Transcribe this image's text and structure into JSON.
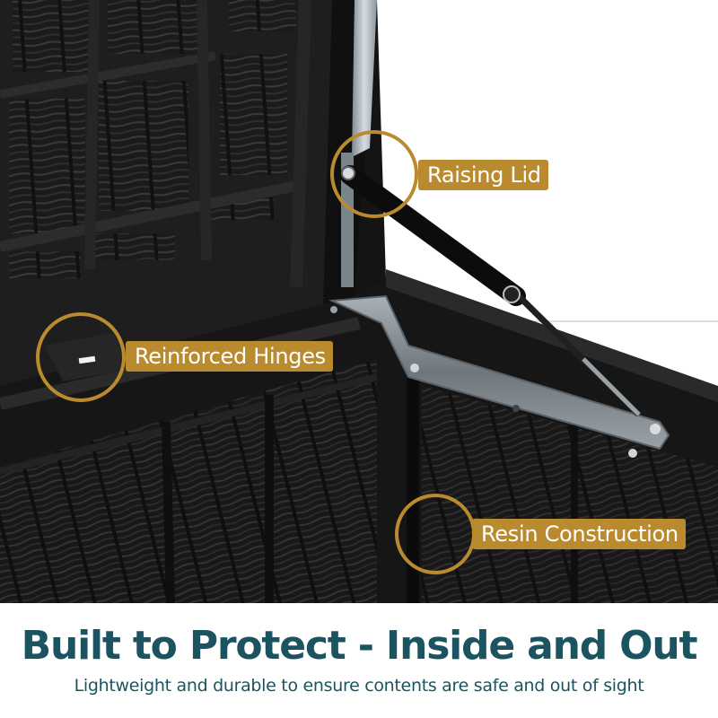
{
  "callouts": [
    {
      "id": "raising-lid",
      "label": "Raising Lid"
    },
    {
      "id": "reinforced-hinges",
      "label": "Reinforced Hinges"
    },
    {
      "id": "resin-construction",
      "label": "Resin Construction"
    }
  ],
  "caption": {
    "headline": "Built to Protect - Inside and Out",
    "subhead": "Lightweight and durable to ensure contents are safe and out of sight"
  },
  "colors": {
    "accent_gold": "#b98a2e",
    "headline_teal": "#1c5360",
    "photo_dark": "#141414",
    "background": "#ffffff"
  }
}
